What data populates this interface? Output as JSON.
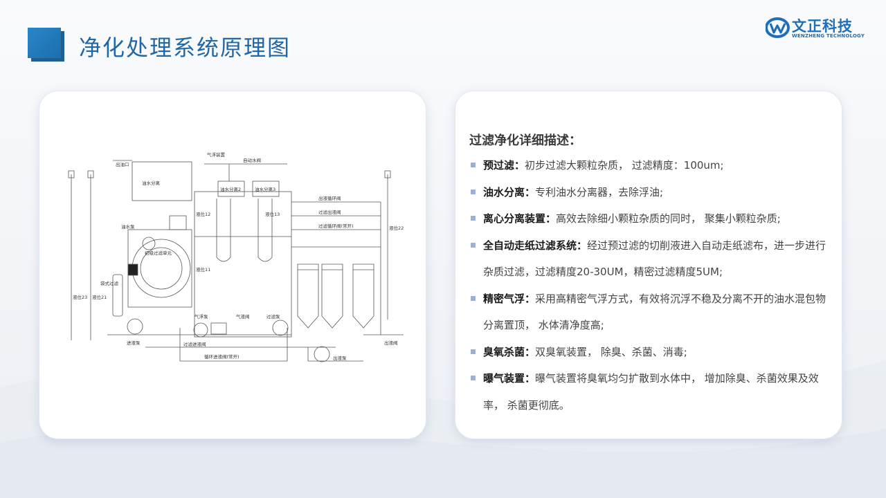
{
  "page": {
    "title": "净化处理系统原理图"
  },
  "logo": {
    "name": "文正科技",
    "subtitle": "WENZHENG TECHNOLOGY"
  },
  "description": {
    "heading": "过滤净化详细描述：",
    "items": [
      {
        "label": "预过滤：",
        "text": "初步过滤大颗粒杂质， 过滤精度：100um;"
      },
      {
        "label": "油水分离：",
        "text": "专利油水分离器，去除浮油;"
      },
      {
        "label": "离心分离装置：",
        "text": "高效去除细小颗粒杂质的同时， 聚集小颗粒杂质;"
      },
      {
        "label": "全自动走纸过滤系统：",
        "text": "经过预过滤的切削液进入自动走纸滤布，进一步进行杂质过滤，过滤精度20-30UM，精密过滤精度5UM;"
      },
      {
        "label": "精密气浮：",
        "text": "采用高精密气浮方式，有效将沉浮不稳及分离不开的油水混包物分离置顶， 水体清净度高;"
      },
      {
        "label": "臭氧杀菌：",
        "text": "双臭氧装置， 除臭、杀菌、消毒;"
      },
      {
        "label": "曝气装置：",
        "text": "曝气装置将臭氧均匀扩散到水体中， 增加除臭、杀菌效果及效率， 杀菌更彻底。"
      }
    ]
  },
  "diagram": {
    "labels": {
      "oil_outlet": "出油口",
      "oil_water_sep": "油水分离",
      "oil_water_pump": "油水泵",
      "prefilter_unit": "初级过滤单元",
      "air_float_device": "气浮装置",
      "tank_oil_sep_2": "油水分离2",
      "tank_oil_sep_3": "油水分离3",
      "auto_drain_valve": "自动水阀",
      "outlet_circ_valve": "出液循环阀",
      "filter_outlet_valve": "过滤出液阀",
      "filter_circ_valve": "过滤循环阀(常开)",
      "inlet_pump": "进液泵",
      "gas_pump": "气浮泵",
      "gas_vent": "气液阀",
      "filter_pump": "过滤泵",
      "filter_inlet_valve": "过滤进液阀",
      "circ_inlet_valve": "循环进液阀(常开)",
      "outlet_pump": "出液泵",
      "outlet_valve": "出液阀",
      "level_23": "液位23",
      "level_21": "液位21",
      "level_22": "液位22",
      "level_12": "液位12",
      "level_13": "液位13",
      "level_11": "液位11",
      "bag_filter": "袋式过滤"
    }
  }
}
